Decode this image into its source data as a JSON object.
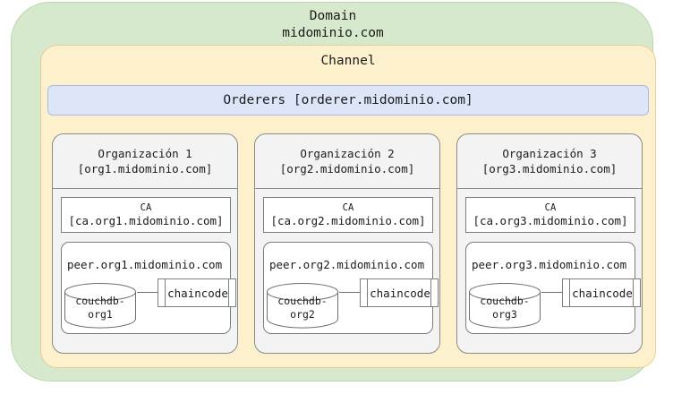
{
  "domain": {
    "title": "Domain",
    "name": "midominio.com",
    "color": "#d6e9cd"
  },
  "channel": {
    "title": "Channel",
    "color": "#fdf0cd"
  },
  "orderers": {
    "label": "Orderers [orderer.midominio.com]",
    "color": "#dce6f8"
  },
  "organizations": [
    {
      "title": "Organización 1",
      "host": "[org1.midominio.com]",
      "ca": {
        "label": "CA",
        "host": "[ca.org1.midominio.com]"
      },
      "peer": {
        "label": "peer.org1.midominio.com"
      },
      "couchdb": {
        "line1": "couchdb-",
        "line2": "org1"
      },
      "chaincode": {
        "label": "chaincode"
      }
    },
    {
      "title": "Organización 2",
      "host": "[org2.midominio.com]",
      "ca": {
        "label": "CA",
        "host": "[ca.org2.midominio.com]"
      },
      "peer": {
        "label": "peer.org2.midominio.com"
      },
      "couchdb": {
        "line1": "couchdb-",
        "line2": "org2"
      },
      "chaincode": {
        "label": "chaincode"
      }
    },
    {
      "title": "Organización 3",
      "host": "[org3.midominio.com]",
      "ca": {
        "label": "CA",
        "host": "[ca.org3.midominio.com]"
      },
      "peer": {
        "label": "peer.org3.midominio.com"
      },
      "couchdb": {
        "line1": "couchdb-",
        "line2": "org3"
      },
      "chaincode": {
        "label": "chaincode"
      }
    }
  ]
}
